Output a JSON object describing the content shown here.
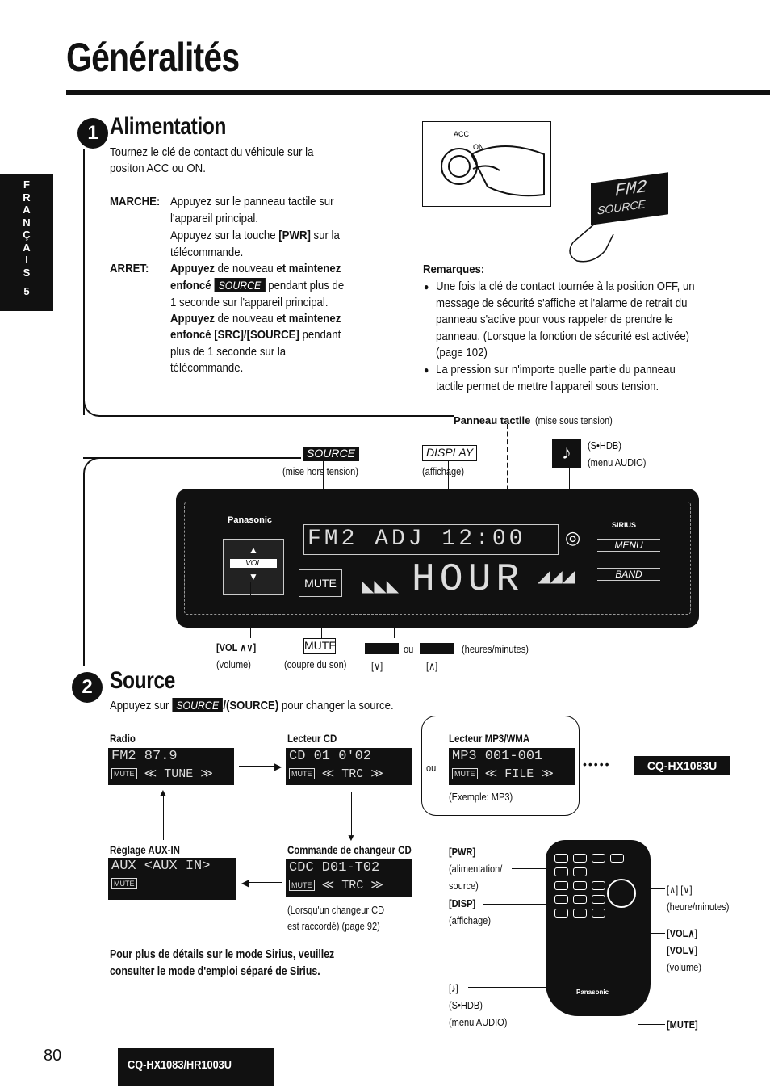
{
  "page": {
    "title": "Généralités",
    "side_tab_letters": [
      "F",
      "R",
      "A",
      "N",
      "Ç",
      "A",
      "I",
      "S"
    ],
    "side_tab_number": "5",
    "page_number": "80",
    "model_tag": "CQ-HX1083/HR1003U"
  },
  "alimentation": {
    "number": "1",
    "heading": "Alimentation",
    "intro_1": "Tournez le clé de contact du véhicule sur la",
    "intro_2": "positon ACC ou ON.",
    "marche_label": "MARCHE:",
    "marche_1": "Appuyez sur le panneau tactile sur",
    "marche_2": "l'appareil principal.",
    "marche_3a": "Appuyez sur la touche ",
    "marche_3b": "[PWR]",
    "marche_3c": " sur la",
    "marche_4": "télécommande.",
    "arret_label": "ARRET:",
    "arret_1a": "Appuyez",
    "arret_1b": " de nouveau ",
    "arret_1c": "et maintenez",
    "arret_2a": "enfoncé ",
    "arret_2b": " pendant plus de",
    "arret_3": "1 seconde sur l'appareil principal.",
    "arret_4a": "Appuyez",
    "arret_4b": " de nouveau ",
    "arret_4c": "et maintenez",
    "arret_5a": "enfoncé [SRC]/[SOURCE]",
    "arret_5b": " pendant",
    "arret_6": "plus de 1 seconde sur la",
    "arret_7": "télécommande.",
    "key_acc": "ACC",
    "key_on": "ON",
    "display_fm": "FM2",
    "source_label": "SOURCE",
    "remarques_title": "Remarques:",
    "remarque_1": [
      "Une fois la clé de contact tournée à la position OFF, un",
      "message de sécurité s'affiche et l'alarme de retrait du",
      "panneau s'active pour vous rappeler de prendre le",
      "panneau. (Lorsque la fonction de sécurité est activée)",
      "(page 102)"
    ],
    "remarque_2": [
      "La pression sur n'importe quelle partie du panneau",
      "tactile permet de mettre l'appareil sous tension."
    ],
    "panneau_tactile": "Panneau tactile",
    "panneau_tactile_note": "(mise sous tension)"
  },
  "unit_diagram": {
    "source_btn": "SOURCE",
    "source_note": "(mise hors tension)",
    "display_btn": "DISPLAY",
    "display_note": "(affichage)",
    "shdb_1": "(S•HDB)",
    "shdb_2": "(menu AUDIO)",
    "brand": "Panasonic",
    "lcd_top": "FM2 ADJ 12:00",
    "lcd_bottom": "HOUR",
    "vol": "VOL",
    "mute": "MUTE",
    "menu": "MENU",
    "band": "BAND",
    "sirius": "SIRIUS",
    "lbl_vol": "[VOL ∧∨]",
    "lbl_volume": "(volume)",
    "lbl_mute": "MUTE",
    "lbl_mute_note": "(coupre du son)",
    "lbl_ou": "ou",
    "lbl_hm": "(heures/minutes)",
    "lbl_down": "[∨]",
    "lbl_up": "[∧]"
  },
  "source": {
    "number": "2",
    "heading": "Source",
    "line_a": "Appuyez sur ",
    "line_btn": "SOURCE",
    "line_b": "/(SOURCE)",
    "line_c": " pour changer la source.",
    "radio_title": "Radio",
    "radio_l1": "FM2  87.9",
    "radio_l2": "≪ TUNE ≫",
    "cd_title": "Lecteur CD",
    "cd_l1": "CD 01  0'02",
    "cd_l2": "≪ TRC ≫",
    "mp3_title": "Lecteur MP3/WMA",
    "mp3_l1": "MP3 001-001",
    "mp3_l2": "≪ FILE ≫",
    "mp3_example": "(Exemple: MP3)",
    "ou": "ou",
    "model_badge": "CQ-HX1083U",
    "aux_title": "Réglage AUX-IN",
    "aux_l1": "AUX <AUX IN>",
    "changer_title": "Commande de changeur CD",
    "changer_l1": "CDC D01-T02",
    "changer_l2": "≪ TRC ≫",
    "changer_note_1": "(Lorsqu'un changeur CD",
    "changer_note_2": "est raccordé) (page 92)",
    "mute_small": "MUTE",
    "sirius_note_1": "Pour plus de détails sur le mode Sirius, veuillez",
    "sirius_note_2": "consulter le mode d'emploi séparé de Sirius."
  },
  "remote": {
    "pwr": "[PWR]",
    "pwr_1": "(alimentation/",
    "pwr_2": "source)",
    "disp": "[DISP]",
    "disp_1": "(affichage)",
    "note": "[♪]",
    "note_1": "(S•HDB)",
    "note_2": "(menu AUDIO)",
    "arrows": "[∧] [∨]",
    "arrows_1": "(heure/minutes)",
    "volup": "[VOL∧]",
    "voldn": "[VOL∨]",
    "volume": "(volume)",
    "mute": "[MUTE]",
    "brand": "Panasonic"
  }
}
